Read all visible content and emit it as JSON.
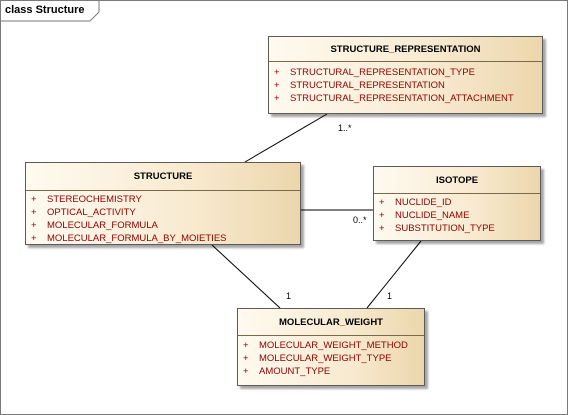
{
  "frame": {
    "title": "class Structure"
  },
  "classes": {
    "structure_representation": {
      "name": "STRUCTURE_REPRESENTATION",
      "attributes": [
        {
          "visibility": "+",
          "name": "STRUCTURAL_REPRESENTATION_TYPE"
        },
        {
          "visibility": "+",
          "name": "STRUCTURAL_REPRESENTATION"
        },
        {
          "visibility": "+",
          "name": "STRUCTURAL_REPRESENTATION_ATTACHMENT"
        }
      ]
    },
    "structure": {
      "name": "STRUCTURE",
      "attributes": [
        {
          "visibility": "+",
          "name": "STEREOCHEMISTRY"
        },
        {
          "visibility": "+",
          "name": "OPTICAL_ACTIVITY"
        },
        {
          "visibility": "+",
          "name": "MOLECULAR_FORMULA"
        },
        {
          "visibility": "+",
          "name": "MOLECULAR_FORMULA_BY_MOIETIES"
        }
      ]
    },
    "isotope": {
      "name": "ISOTOPE",
      "attributes": [
        {
          "visibility": "+",
          "name": "NUCLIDE_ID"
        },
        {
          "visibility": "+",
          "name": "NUCLIDE_NAME"
        },
        {
          "visibility": "+",
          "name": "SUBSTITUTION_TYPE"
        }
      ]
    },
    "molecular_weight": {
      "name": "MOLECULAR_WEIGHT",
      "attributes": [
        {
          "visibility": "+",
          "name": "MOLECULAR_WEIGHT_METHOD"
        },
        {
          "visibility": "+",
          "name": "MOLECULAR_WEIGHT_TYPE"
        },
        {
          "visibility": "+",
          "name": "AMOUNT_TYPE"
        }
      ]
    }
  },
  "multiplicities": {
    "representation_end": "1..*",
    "isotope_end": "0..*",
    "structure_to_weight": "1",
    "isotope_to_weight": "1"
  },
  "colors": {
    "attribute_text": "#8b0000",
    "class_fill_light": "#fffaf0",
    "class_fill_dark": "#ecd6ac",
    "border": "#5b5b5b"
  }
}
